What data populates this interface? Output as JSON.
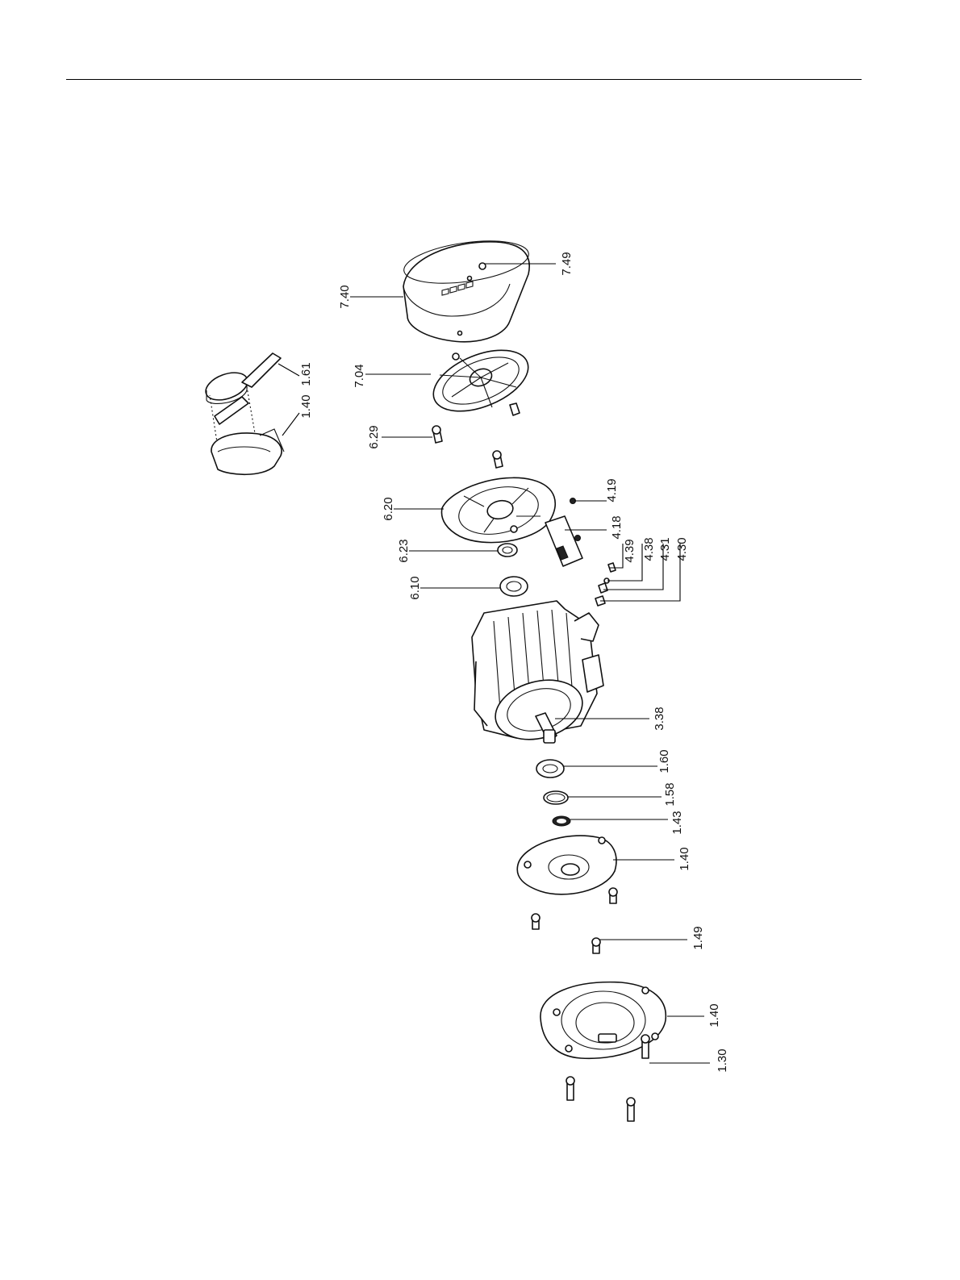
{
  "figure": {
    "callouts": [
      {
        "key": "c749",
        "label": "7.49"
      },
      {
        "key": "c740",
        "label": "7.40"
      },
      {
        "key": "c704",
        "label": "7.04"
      },
      {
        "key": "c161",
        "label": "1.61"
      },
      {
        "key": "c140a",
        "label": "1.40"
      },
      {
        "key": "c629",
        "label": "6.29"
      },
      {
        "key": "c620",
        "label": "6.20"
      },
      {
        "key": "c419",
        "label": "4.19"
      },
      {
        "key": "c418",
        "label": "4.18"
      },
      {
        "key": "c439",
        "label": "4.39"
      },
      {
        "key": "c438",
        "label": "4.38"
      },
      {
        "key": "c431",
        "label": "4.31"
      },
      {
        "key": "c430",
        "label": "4.30"
      },
      {
        "key": "c623",
        "label": "6.23"
      },
      {
        "key": "c610",
        "label": "6.10"
      },
      {
        "key": "c338",
        "label": "3.38"
      },
      {
        "key": "c160",
        "label": "1.60"
      },
      {
        "key": "c158",
        "label": "1.58"
      },
      {
        "key": "c143",
        "label": "1.43"
      },
      {
        "key": "c140b",
        "label": "1.40"
      },
      {
        "key": "c149",
        "label": "1.49"
      },
      {
        "key": "c140c",
        "label": "1.40"
      },
      {
        "key": "c130",
        "label": "1.30"
      }
    ]
  }
}
